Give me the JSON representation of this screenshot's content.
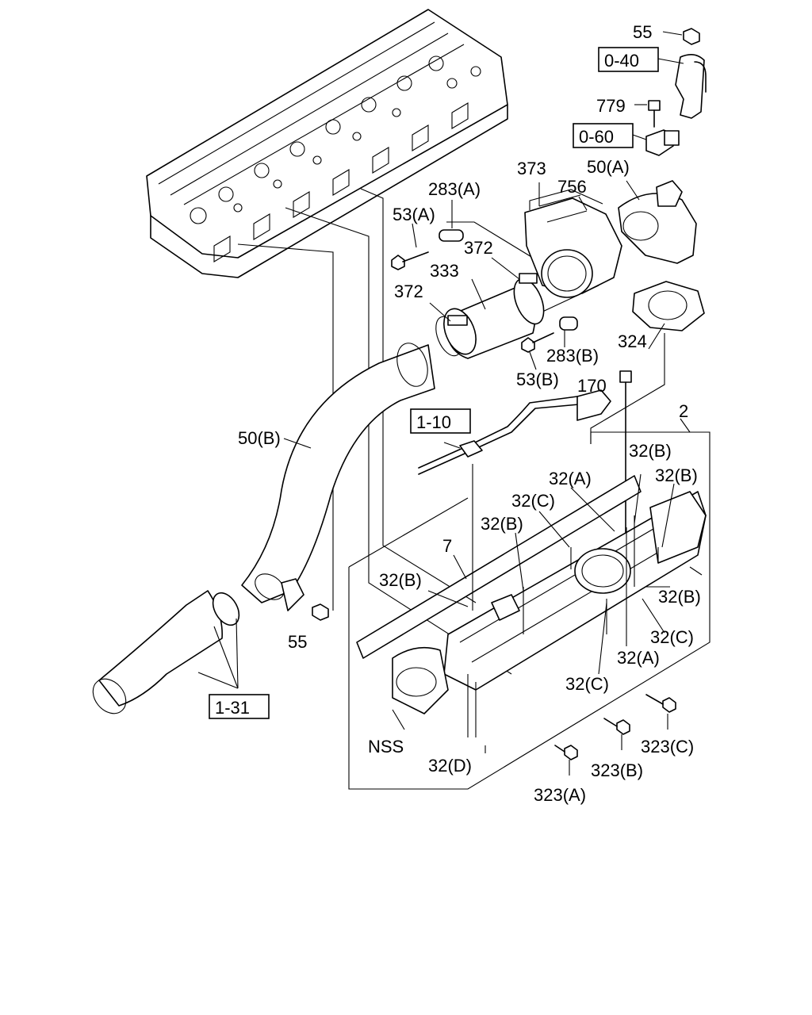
{
  "labels": {
    "l55a": "55",
    "ref040": "0-40",
    "l779": "779",
    "ref060": "0-60",
    "l373": "373",
    "l756": "756",
    "l50a": "50(A)",
    "l283a": "283(A)",
    "l53a": "53(A)",
    "l372a": "372",
    "l333": "333",
    "l372b": "372",
    "l324": "324",
    "l283b": "283(B)",
    "l53b": "53(B)",
    "l170": "170",
    "l2": "2",
    "ref110": "1-10",
    "l50b": "50(B)",
    "l32b1": "32(B)",
    "l32a1": "32(A)",
    "l32b2": "32(B)",
    "l32c1": "32(C)",
    "l32b3": "32(B)",
    "l7": "7",
    "l32b4": "32(B)",
    "l32b5": "32(B)",
    "l32c2": "32(C)",
    "l32a2": "32(A)",
    "l32c3": "32(C)",
    "l55b": "55",
    "ref131": "1-31",
    "lnss": "NSS",
    "l32d": "32(D)",
    "l323c": "323(C)",
    "l323b": "323(B)",
    "l323a": "323(A)"
  }
}
